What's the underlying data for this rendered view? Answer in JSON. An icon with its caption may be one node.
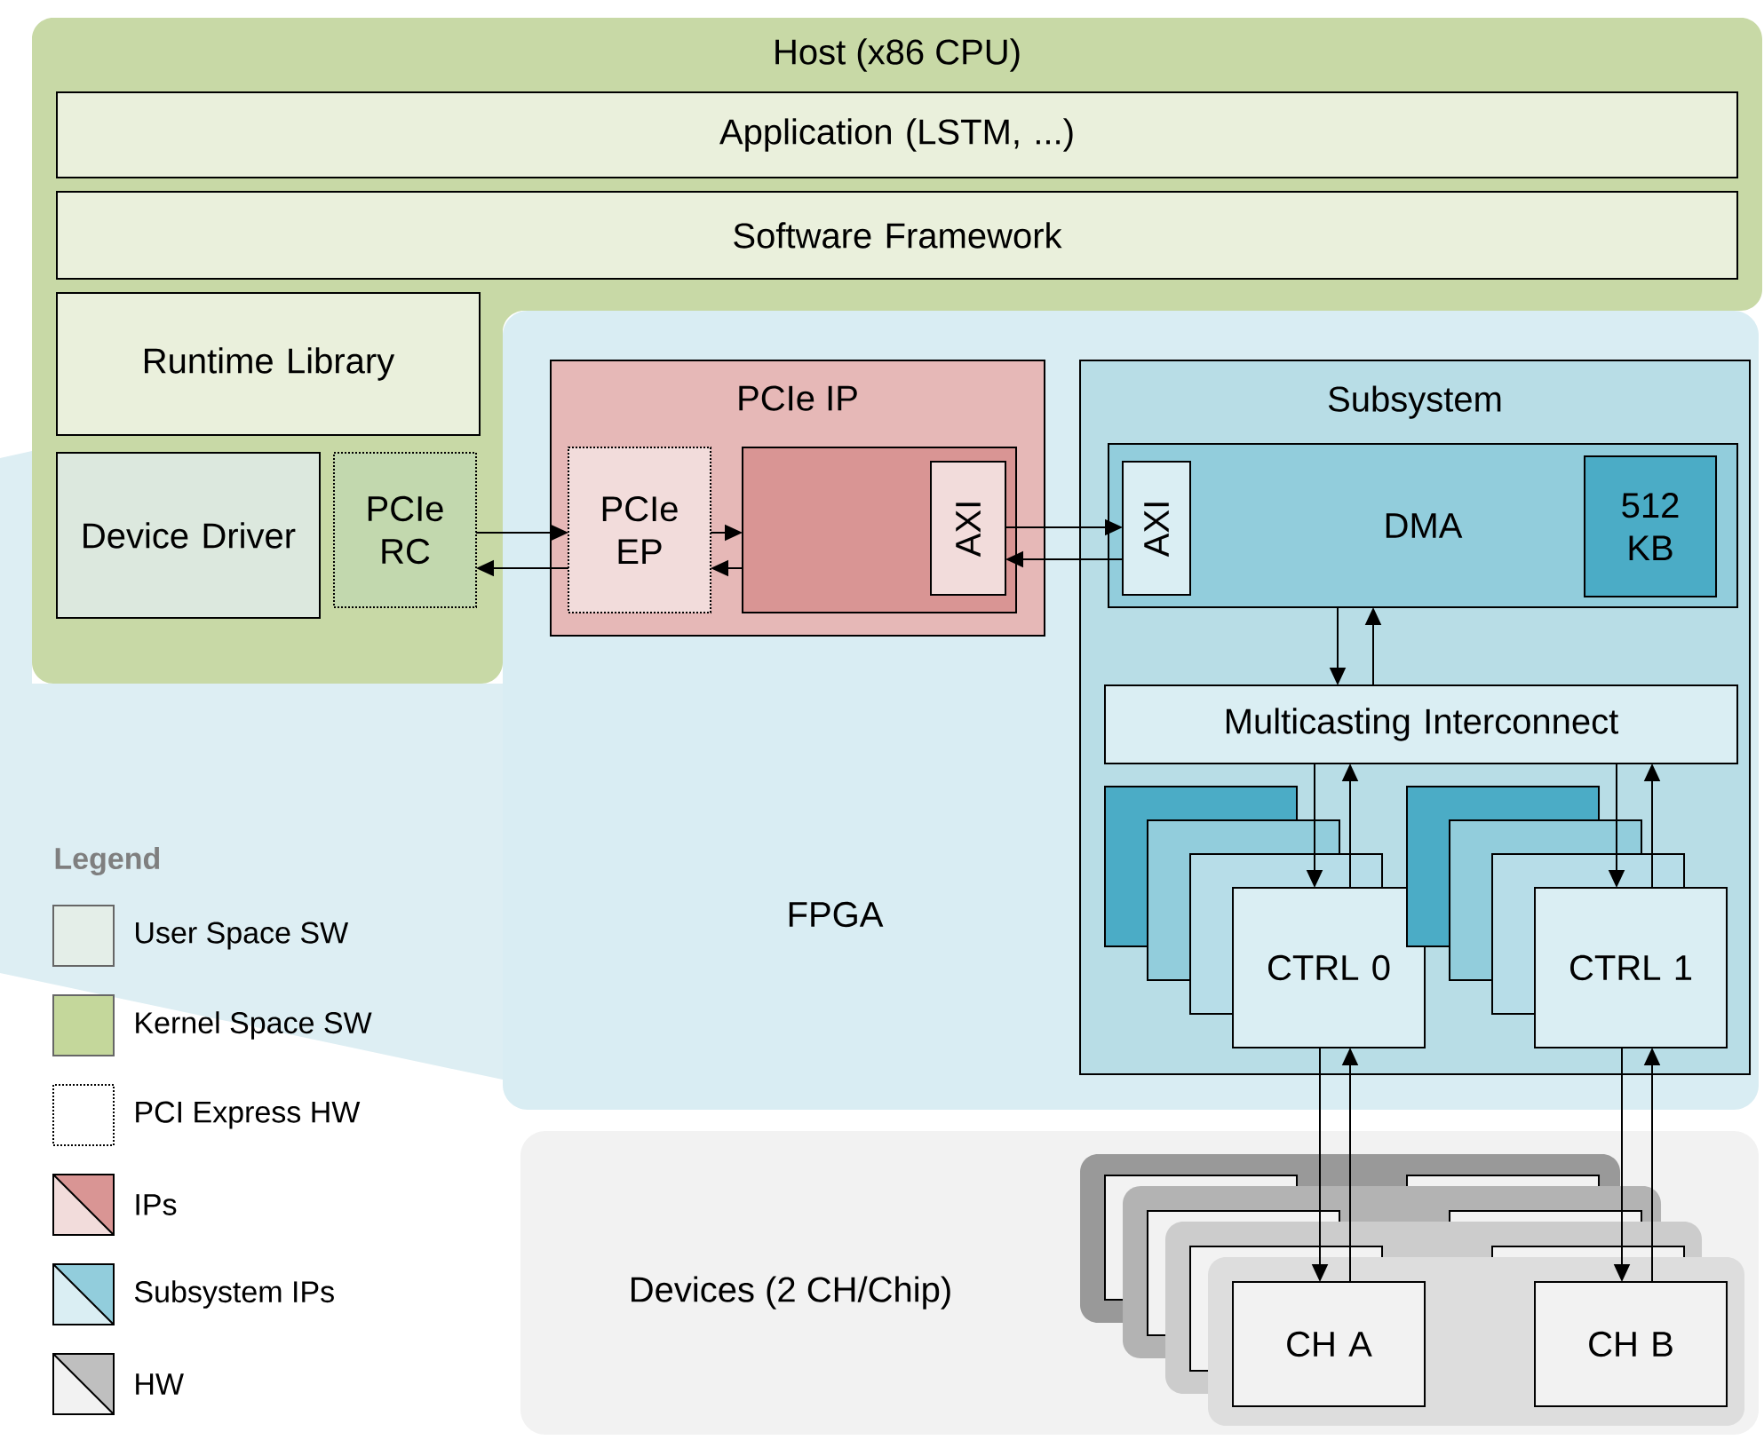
{
  "diagram": {
    "nodes": [
      {
        "text": [
          "Host (x86 CPU)"
        ]
      },
      {
        "text": [
          "Application (LSTM, ...)"
        ],
        "in": 0
      },
      {
        "text": [
          "Software Framework"
        ],
        "in": 0
      },
      {
        "text": [
          "Runtime Library"
        ],
        "in": 0
      },
      {
        "text": [
          "Device Driver"
        ],
        "in": 0
      },
      {
        "text": [
          "PCIe RC"
        ],
        "in": 0
      },
      {
        "text": [
          "FPGA"
        ]
      },
      {
        "text": [
          "PCIe IP"
        ],
        "in": 6
      },
      {
        "text": [
          "PCIe EP"
        ],
        "in": 7
      },
      {
        "text": [],
        "shape": "box",
        "in": 7
      },
      {
        "text": [
          "AXI"
        ],
        "in": 9
      },
      {
        "text": [
          "Subsystem"
        ],
        "in": 6
      },
      {
        "text": [
          "DMA"
        ],
        "in": 11
      },
      {
        "text": [
          "AXI"
        ],
        "in": 12
      },
      {
        "text": [
          "512 KB"
        ],
        "in": 12
      },
      {
        "text": [
          "Multicasting Interconnect"
        ],
        "in": 11
      },
      {
        "text": [
          "CTRL 0"
        ],
        "in": 11
      },
      {
        "text": [
          "CTRL 1"
        ],
        "in": 11
      },
      {
        "text": [
          "Devices (2 CH/Chip)"
        ]
      },
      {
        "text": [
          "CH A"
        ],
        "in": 18
      },
      {
        "text": [
          "CH B"
        ],
        "in": 18
      }
    ],
    "edges": [
      {
        "from": 5,
        "to": 8,
        "arrow": "to"
      },
      {
        "from": 8,
        "to": 5,
        "arrow": "to"
      },
      {
        "from": 8,
        "to": 9,
        "arrow": "to"
      },
      {
        "from": 9,
        "to": 8,
        "arrow": "to"
      },
      {
        "from": 10,
        "to": 13,
        "arrow": "to"
      },
      {
        "from": 13,
        "to": 10,
        "arrow": "to"
      },
      {
        "from": 12,
        "to": 15,
        "arrow": "to"
      },
      {
        "from": 15,
        "to": 12,
        "arrow": "to"
      },
      {
        "from": 15,
        "to": 16,
        "arrow": "to"
      },
      {
        "from": 16,
        "to": 15,
        "arrow": "to"
      },
      {
        "from": 15,
        "to": 17,
        "arrow": "to"
      },
      {
        "from": 17,
        "to": 15,
        "arrow": "to"
      },
      {
        "from": 16,
        "to": 19,
        "arrow": "to"
      },
      {
        "from": 19,
        "to": 16,
        "arrow": "to"
      },
      {
        "from": 17,
        "to": 20,
        "arrow": "to"
      },
      {
        "from": 20,
        "to": 17,
        "arrow": "to"
      }
    ],
    "labels": [
      "Legend"
    ],
    "legend": [
      {
        "text": "User Space SW",
        "color": "#e4eee8"
      },
      {
        "text": "Kernel Space SW",
        "color": "#c4d79b"
      },
      {
        "text": "PCI Express HW"
      },
      {
        "text": "IPs"
      },
      {
        "text": "Subsystem IPs"
      },
      {
        "text": "HW"
      }
    ]
  }
}
